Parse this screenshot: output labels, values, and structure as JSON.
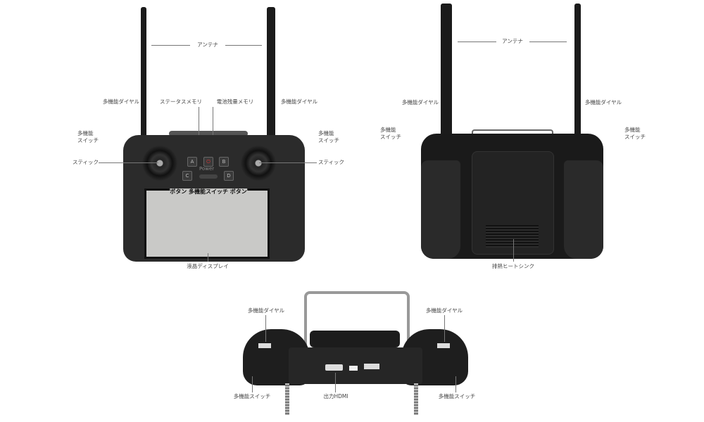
{
  "front": {
    "antenna": "アンテナ",
    "dial_left": "多機能ダイヤル",
    "dial_right": "多機能ダイヤル",
    "status_memory": "ステータスメモリ",
    "battery_memory": "電池残量メモリ",
    "switch_left": [
      "多機能",
      "スイッチ"
    ],
    "switch_right": [
      "多機能",
      "スイッチ"
    ],
    "stick_left": "スティック",
    "stick_right": "スティック",
    "buttons": [
      "A",
      "B",
      "C",
      "D"
    ],
    "power": "Power",
    "bottom_callout": "ボタン 多機能スイッチ ボタン",
    "display": "液晶ディスプレイ"
  },
  "back": {
    "antenna": "アンテナ",
    "dial_left": "多機能ダイヤル",
    "dial_right": "多機能ダイヤル",
    "switch_left": [
      "多機能",
      "スイッチ"
    ],
    "switch_right": [
      "多機能",
      "スイッチ"
    ],
    "heatsink": "排熱ヒートシンク"
  },
  "bottom": {
    "dial_left": "多機能ダイヤル",
    "dial_right": "多機能ダイヤル",
    "switch_left": "多機能スイッチ",
    "switch_right": "多機能スイッチ",
    "hdmi": "出力HDMI"
  }
}
